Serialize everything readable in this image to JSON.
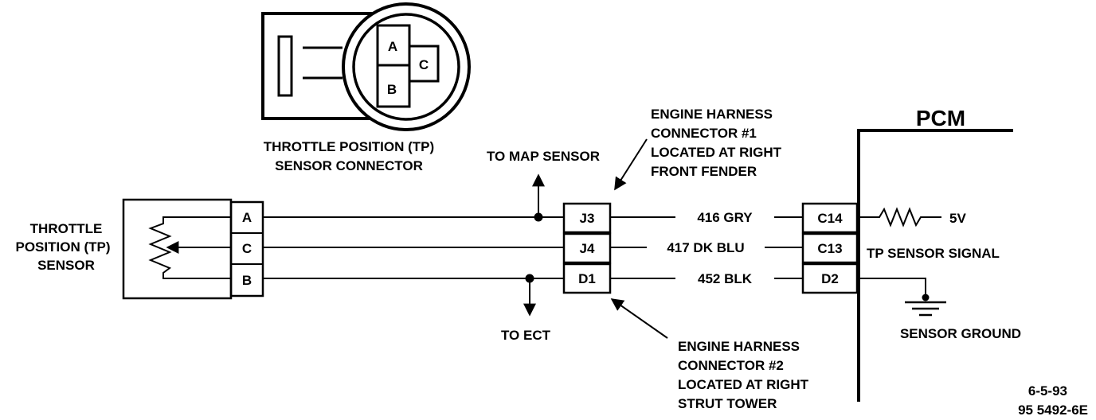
{
  "tp_connector": {
    "pins": [
      "A",
      "C",
      "B"
    ],
    "caption_line1": "THROTTLE POSITION (TP)",
    "caption_line2": "SENSOR CONNECTOR"
  },
  "sensor": {
    "label_lines": [
      "THROTTLE",
      "POSITION (TP)",
      "SENSOR"
    ],
    "pins": [
      "A",
      "C",
      "B"
    ]
  },
  "map_sensor": {
    "label": "TO MAP SENSOR"
  },
  "ect": {
    "label": "TO ECT"
  },
  "harness1": {
    "label_lines": [
      "ENGINE HARNESS",
      "CONNECTOR #1",
      "LOCATED AT RIGHT",
      "FRONT FENDER"
    ]
  },
  "harness2": {
    "label_lines": [
      "ENGINE HARNESS",
      "CONNECTOR #2",
      "LOCATED AT RIGHT",
      "STRUT TOWER"
    ]
  },
  "inline_pins": [
    "J3",
    "J4",
    "D1"
  ],
  "wires": [
    "416 GRY",
    "417 DK BLU",
    "452 BLK"
  ],
  "pcm": {
    "title": "PCM",
    "pins": [
      "C14",
      "C13",
      "D2"
    ],
    "voltage": "5V",
    "signal": "TP SENSOR SIGNAL",
    "ground": "SENSOR GROUND"
  },
  "footer": {
    "date": "6-5-93",
    "code": "95 5492-6E"
  }
}
